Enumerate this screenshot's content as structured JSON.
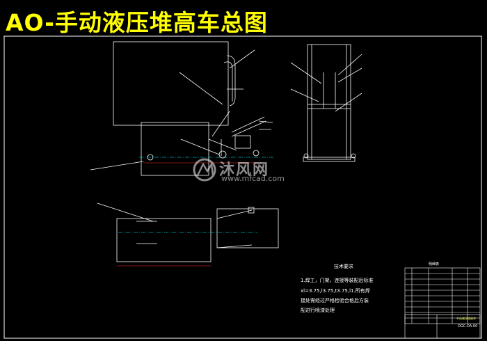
{
  "title": "AO-手动液压堆高车总图",
  "watermark": {
    "brand": "沐风网",
    "url": "www.mfcad.com"
  },
  "technical_requirements": {
    "heading": "技术要求",
    "lines": [
      "1.焊工，门架，连接等装配后标准",
      "xl=3.75,l3.75,t3.75,l1.所有焊",
      "接处需经过严格检验合格后方装",
      "配进行喷漆处理"
    ]
  },
  "parts_list": {
    "heading": "明细表"
  },
  "title_block": {
    "name": "手动液压堆高车",
    "drawing_no": "DGC-DA-00"
  },
  "colors": {
    "background": "#000000",
    "lines": "#ffffff",
    "title": "#ffff00",
    "dim": "#ff3333",
    "center": "#00ffff"
  }
}
